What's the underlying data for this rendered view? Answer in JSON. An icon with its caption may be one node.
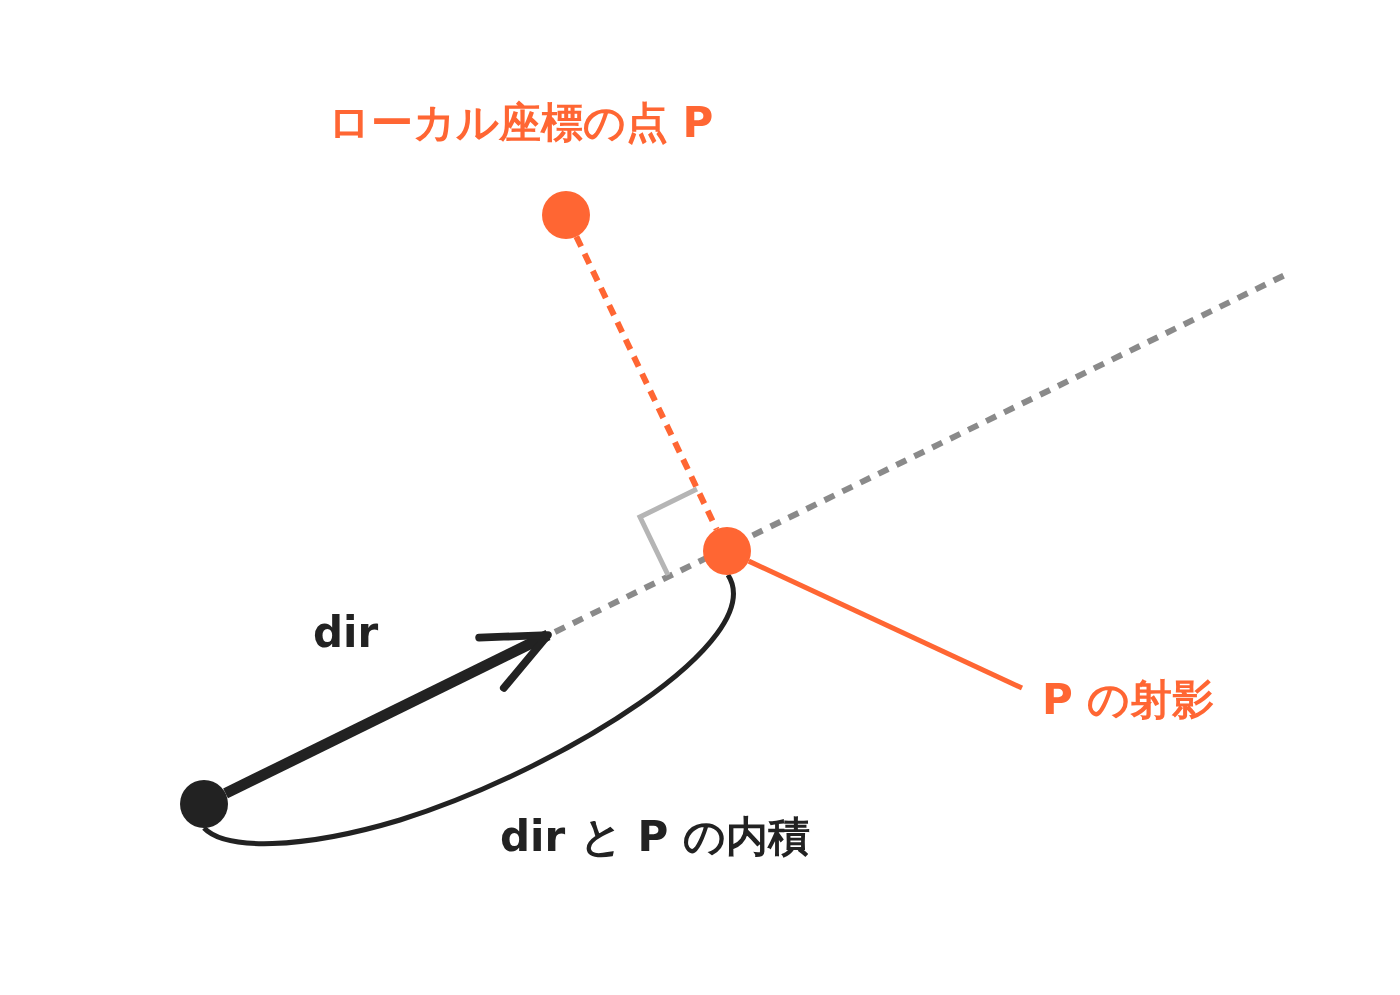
{
  "diagram": {
    "nodes": [
      {
        "text": [],
        "shape": "circle",
        "beside": [
          "ローカル座標の点 P"
        ]
      },
      {
        "text": [],
        "shape": "circle"
      },
      {
        "text": [],
        "shape": "circle"
      },
      {
        "text": [
          "P の射影"
        ]
      }
    ],
    "edges": [
      {
        "from": 0,
        "to": 1,
        "arrow": "none",
        "style": "dashed",
        "color": "#ff6633"
      },
      {
        "from": 3,
        "to": 1,
        "arrow": "none",
        "color": "#ff6633"
      },
      {
        "from": 2,
        "to": null,
        "arrow": "to",
        "style": "thick",
        "label": "dir",
        "color": "#222222"
      },
      {
        "from": 1,
        "to": 2,
        "arrow": "none",
        "label": "dir と P の内積",
        "color": "#222222"
      }
    ]
  }
}
